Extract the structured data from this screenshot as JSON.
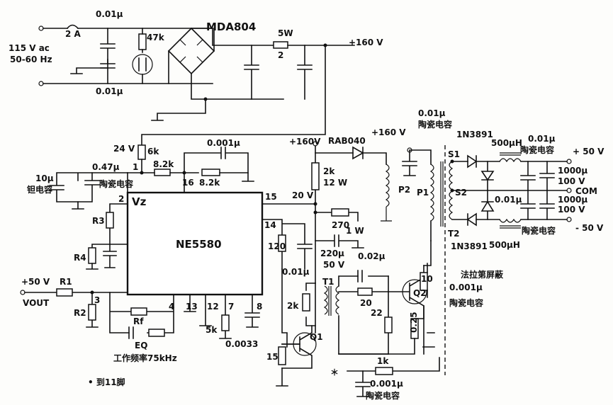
{
  "labels": {
    "ac_in": "115 V ac",
    "ac_hz": "50-60 Hz",
    "fuse": "2 A",
    "c_top": "0.01μ",
    "c_bot": "0.01μ",
    "r47k": "47k",
    "bridge": "MDA804",
    "r5w": "5W",
    "r5w_val": "2",
    "v160": "+160 V",
    "v24": "24 V",
    "r6k": "6k",
    "c047": "0.47μ",
    "c10u": "10μ",
    "tantalum": "钽电容",
    "ceramic1": "陶瓷电容",
    "r82k_a": "8.2k",
    "r82k_b": "8.2k",
    "c0001a": "0.001μ",
    "pin1": "1",
    "pin2": "2",
    "pin16": "16",
    "pin15": "15",
    "pin14": "14",
    "pin3": "3",
    "pin4": "4",
    "pin13": "13",
    "pin12": "12",
    "pin7": "7",
    "pin8": "8",
    "vz": "Vz",
    "ic": "NE5580",
    "r3": "R3",
    "r4": "R4",
    "r1": "R1",
    "r2": "R2",
    "rf": "Rf",
    "eq": "EQ",
    "vout_v": "+50 V",
    "vout": "VOUT",
    "freq": "工作频率75kHz",
    "r5k": "5k",
    "c0033": "0.0033",
    "r120": "120",
    "c001a": "0.01μ",
    "r15": "15",
    "v20": "20 V",
    "v160b": "+160V",
    "rab": "RAB040",
    "v160c": "+160 V",
    "r2k12w": "2k",
    "w12": "12 W",
    "r270": "270",
    "w1": "1 W",
    "c220": "220μ",
    "v50": "50 V",
    "c002": "0.02μ",
    "t1": "T1",
    "r2k": "2k",
    "q1": "Q1",
    "r20": "20",
    "r22": "22",
    "q2": "Q2",
    "r10": "10",
    "r025": "0.25",
    "faraday": "法拉第屏蔽",
    "c0001b": "0.001μ",
    "ceramic2": "陶瓷电容",
    "r1k": "1k",
    "c0001c": "0.001μ",
    "ceramic3": "陶瓷电容",
    "p2": "P2",
    "p1": "P1",
    "c001b": "0.01μ",
    "ceramic4": "陶瓷电容",
    "n3891a": "1N3891",
    "s1": "S1",
    "s2": "S2",
    "t2": "T2",
    "l500a": "500μH",
    "c001c": "0.01μ",
    "ceramic5": "陶瓷电容",
    "out_p50": "+ 50 V",
    "c1000a": "1000μ",
    "v100a": "100 V",
    "com": "COM",
    "c1000b": "1000μ",
    "v100b": "100 V",
    "c001d": "0.01μ",
    "ceramic6": "陶瓷电容",
    "out_m50": "- 50 V",
    "n3891b": "1N3891",
    "l500b": "500μH",
    "to_pin11": "• 到11脚",
    "star": "＊"
  }
}
